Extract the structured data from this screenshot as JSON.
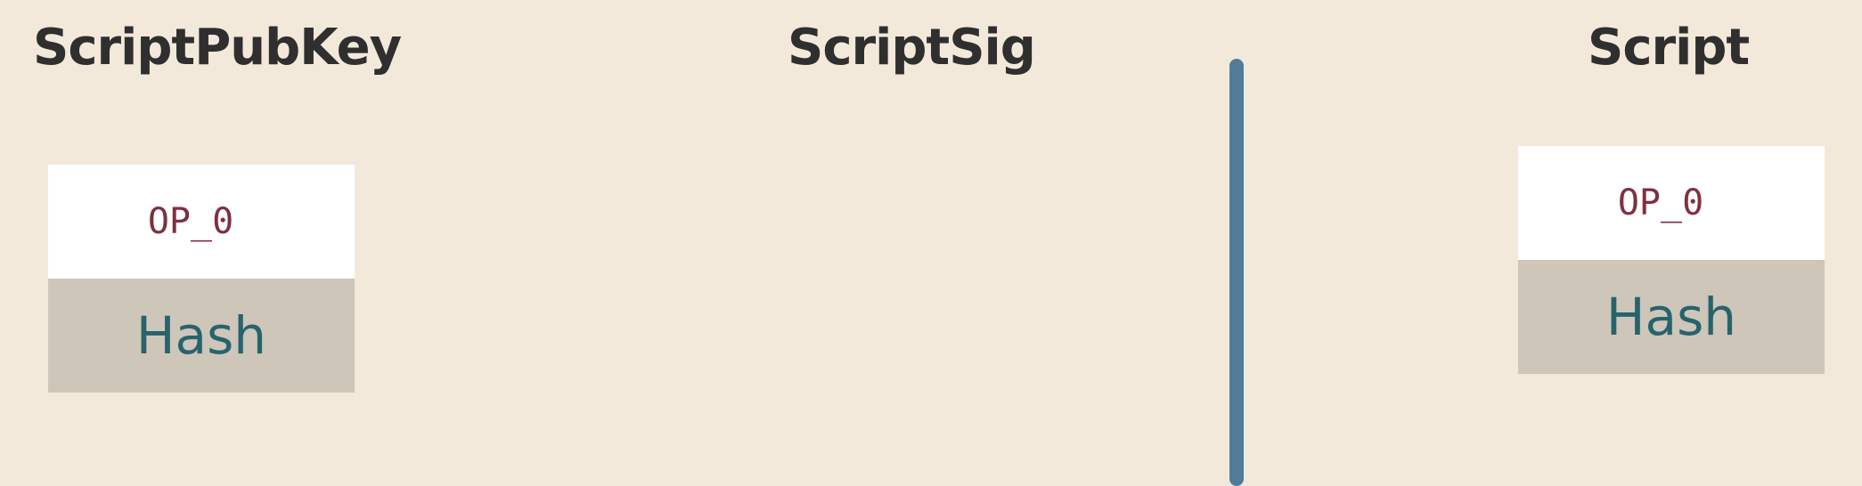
{
  "columns": {
    "scriptpubkey": {
      "title": "ScriptPubKey",
      "items": [
        {
          "label": "OP_0",
          "kind": "opcode"
        },
        {
          "label": "Hash",
          "kind": "data"
        }
      ]
    },
    "scriptsig": {
      "title": "ScriptSig",
      "items": []
    },
    "script": {
      "title": "Script",
      "items": [
        {
          "label": "OP_0",
          "kind": "opcode"
        },
        {
          "label": "Hash",
          "kind": "data"
        }
      ]
    }
  },
  "colors": {
    "background": "#f3e9da",
    "title_text": "#2f2f2f",
    "divider": "#4f7d98",
    "opcode_cell_bg": "#ffffff",
    "opcode_text": "#7e3040",
    "data_cell_bg": "#cdc6b9",
    "data_text": "#27636e"
  }
}
